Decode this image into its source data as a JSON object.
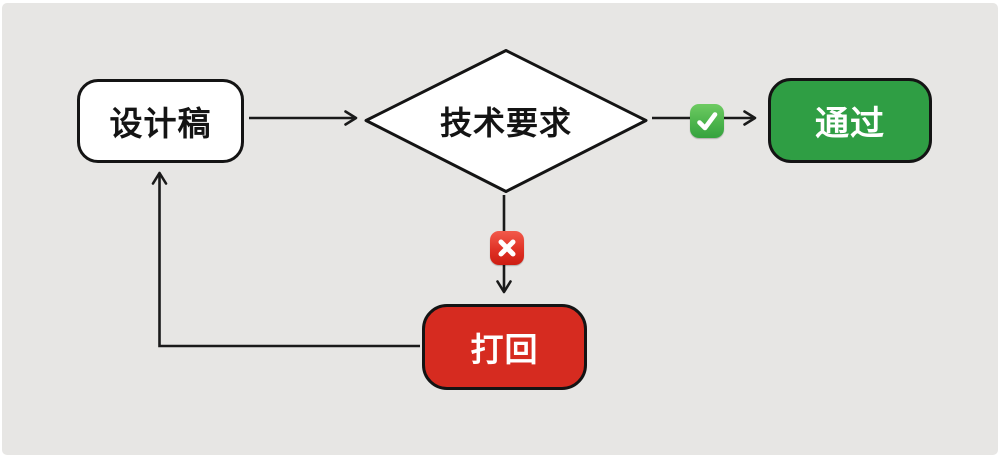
{
  "diagram": {
    "title": "design review flow",
    "type": "flowchart",
    "canvas_bg": "#e7e6e4",
    "stroke_color": "#1a1a1a",
    "nodes": {
      "design_draft": {
        "label": "设计稿",
        "shape": "rounded-rect",
        "fill": "#ffffff",
        "text_color": "#141414"
      },
      "tech_requirements": {
        "label": "技术要求",
        "shape": "diamond",
        "fill": "#ffffff",
        "text_color": "#141414"
      },
      "pass": {
        "label": "通过",
        "shape": "rounded-rect",
        "fill": "#2f9e44",
        "text_color": "#ffffff"
      },
      "reject": {
        "label": "打回",
        "shape": "rounded-rect",
        "fill": "#d62b20",
        "text_color": "#ffffff"
      }
    },
    "edges": [
      {
        "from": "design_draft",
        "to": "tech_requirements",
        "badge": null
      },
      {
        "from": "tech_requirements",
        "to": "pass",
        "badge": "check-mark"
      },
      {
        "from": "tech_requirements",
        "to": "reject",
        "badge": "cross-mark"
      },
      {
        "from": "reject",
        "to": "design_draft",
        "badge": null
      }
    ],
    "badges": {
      "check": {
        "name": "check-mark-badge",
        "glyph": "✓",
        "color_top": "#6ecb62",
        "color_bottom": "#35a23e"
      },
      "cross": {
        "name": "cross-mark-badge",
        "glyph": "✕",
        "color_top": "#f25a4b",
        "color_bottom": "#cd1d12"
      }
    }
  }
}
